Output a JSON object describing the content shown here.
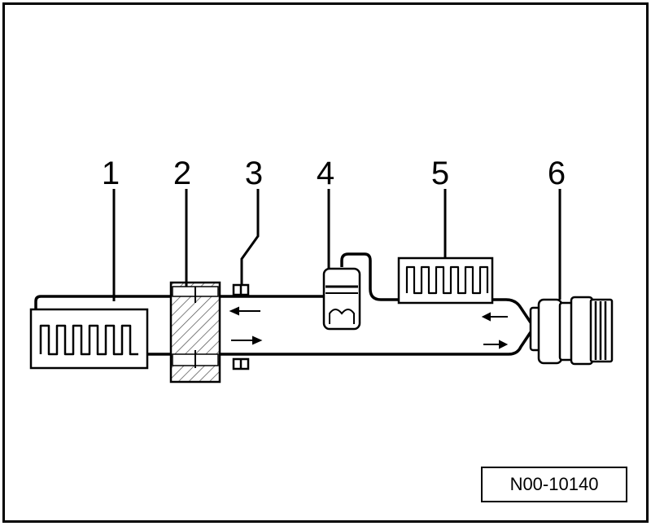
{
  "labels": [
    {
      "id": "1",
      "text": "1"
    },
    {
      "id": "2",
      "text": "2"
    },
    {
      "id": "3",
      "text": "3"
    },
    {
      "id": "4",
      "text": "4"
    },
    {
      "id": "5",
      "text": "5"
    },
    {
      "id": "6",
      "text": "6"
    }
  ],
  "reference_code": "N00-10140",
  "colors": {
    "line": "#000000",
    "background": "#ffffff",
    "hatch": "#555555"
  }
}
